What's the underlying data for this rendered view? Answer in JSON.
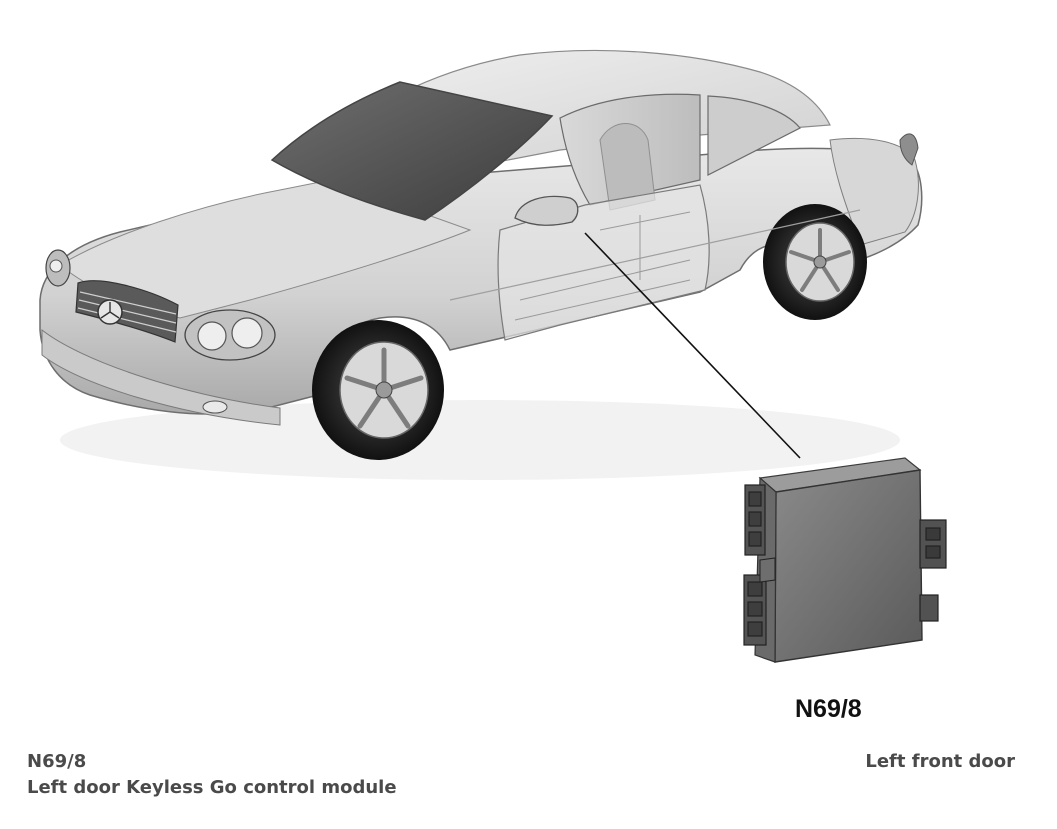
{
  "component": {
    "code": "N69/8",
    "callout_label": "N69/8"
  },
  "caption": {
    "code": "N69/8",
    "description": "Left door Keyless Go control module",
    "location": "Left front door"
  },
  "illustration": {
    "vehicle": "car-illustration",
    "module": "control-module-illustration"
  }
}
